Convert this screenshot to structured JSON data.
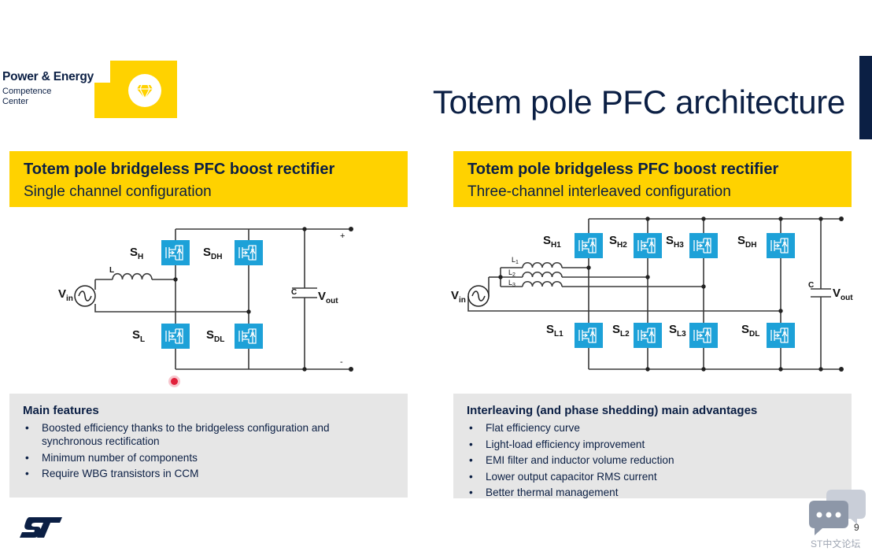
{
  "brand": {
    "line1": "Power & Energy",
    "line2": "Competence",
    "line3": "Center"
  },
  "title": "Totem pole PFC architecture",
  "left_panel": {
    "heading": "Totem pole bridgeless PFC boost rectifier",
    "subheading": "Single channel configuration",
    "features_title": "Main features",
    "features": [
      "Boosted efficiency thanks to the bridgeless configuration and synchronous rectification",
      "Minimum number of components",
      "Require WBG transistors in CCM"
    ]
  },
  "right_panel": {
    "heading": "Totem pole bridgeless PFC boost rectifier",
    "subheading": "Three-channel interleaved configuration",
    "features_title": "Interleaving (and phase shedding) main advantages",
    "features": [
      "Flat efficiency curve",
      "Light-load efficiency improvement",
      "EMI filter and inductor volume reduction",
      "Lower output capacitor RMS current",
      "Better thermal management"
    ]
  },
  "circuit_left": {
    "S": "S",
    "H": "H",
    "DH": "DH",
    "L": "L",
    "DL": "DL",
    "inductor": "L",
    "V": "V",
    "in": "in",
    "cap": "C",
    "out": "out",
    "plus": "+",
    "minus": "-"
  },
  "circuit_right": {
    "S": "S",
    "H1": "H1",
    "H2": "H2",
    "H3": "H3",
    "DH": "DH",
    "L1": "L1",
    "L2": "L2",
    "L3": "L3",
    "DL": "DL",
    "ind": "L",
    "i1": "1",
    "i2": "2",
    "i3": "3",
    "V": "V",
    "in": "in",
    "cap": "C",
    "out": "out"
  },
  "footer": {
    "page_number": "9",
    "watermark": "ST中文论坛"
  },
  "colors": {
    "yellow": "#ffd200",
    "navy": "#0b1f44",
    "grey": "#e6e6e6",
    "mosfet": "#1da1d8"
  },
  "icons": [
    "gem-badge-icon",
    "st-logo",
    "chat-bubbles-icon",
    "mosfet-icon",
    "ac-source-icon",
    "inductor-icon",
    "capacitor-icon"
  ]
}
